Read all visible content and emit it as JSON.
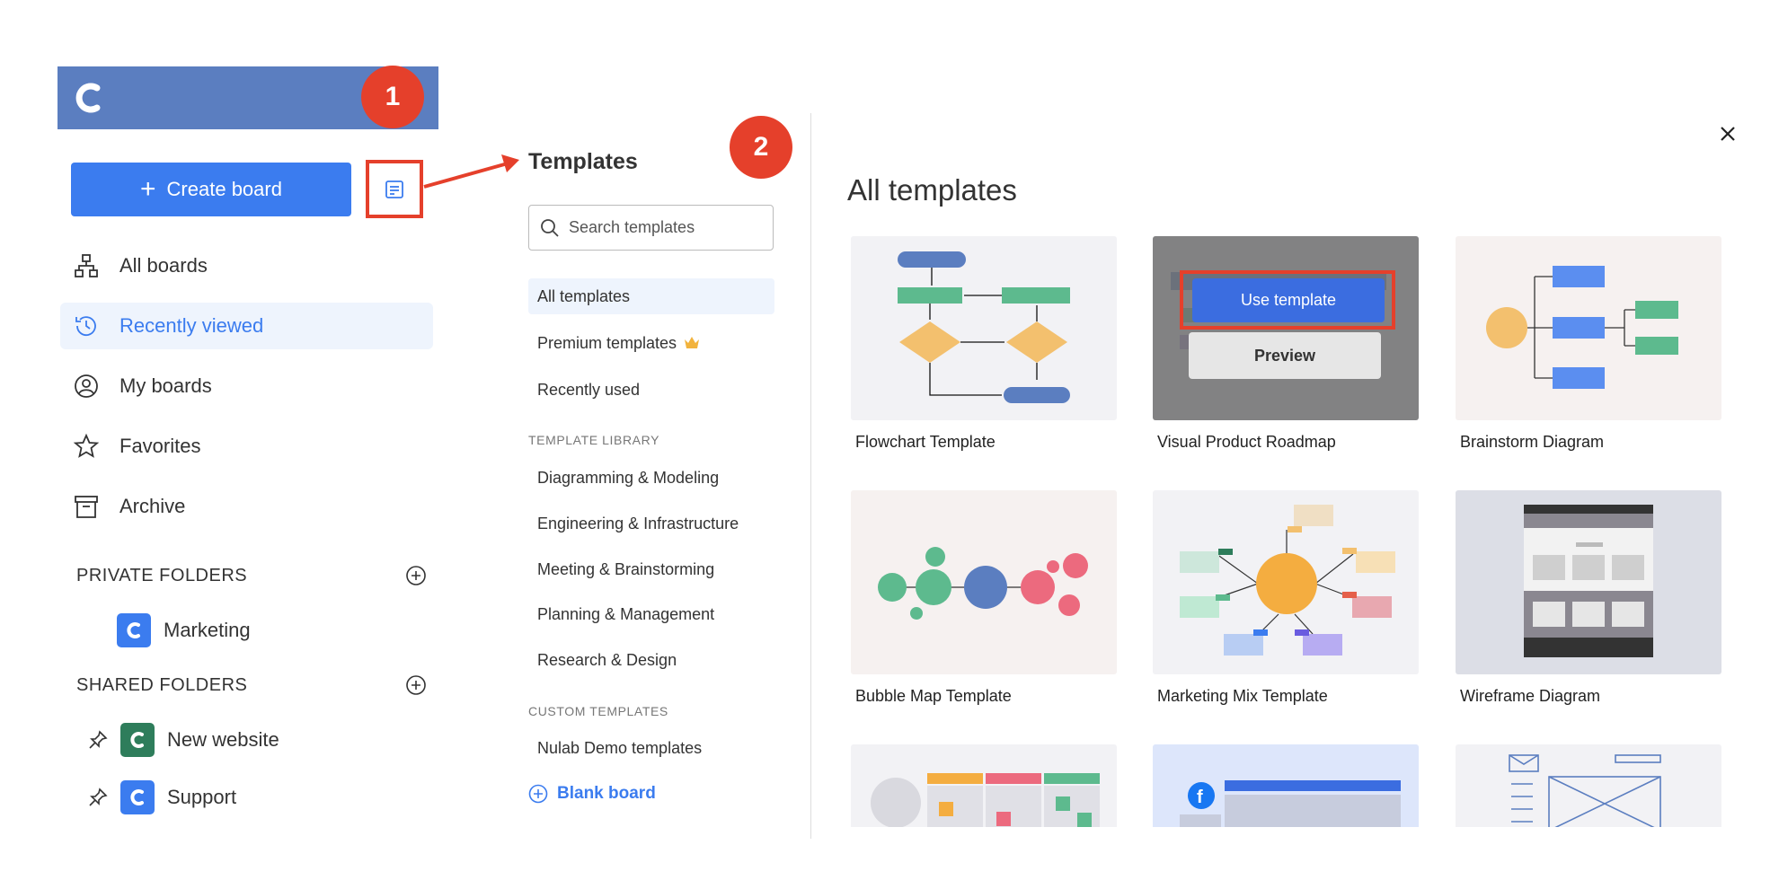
{
  "annotations": {
    "step1": "1",
    "step2": "2"
  },
  "sidebar": {
    "create_label": "Create board",
    "nav": [
      {
        "label": "All boards"
      },
      {
        "label": "Recently viewed"
      },
      {
        "label": "My boards"
      },
      {
        "label": "Favorites"
      },
      {
        "label": "Archive"
      }
    ],
    "private_title": "PRIVATE FOLDERS",
    "private_folders": [
      {
        "name": "Marketing",
        "color": "#3b7cef"
      }
    ],
    "shared_title": "SHARED FOLDERS",
    "shared_folders": [
      {
        "name": "New website",
        "color": "#2e7d5b"
      },
      {
        "name": "Support",
        "color": "#3b7cef"
      }
    ]
  },
  "templates_nav": {
    "title": "Templates",
    "search_placeholder": "Search templates",
    "top": [
      {
        "label": "All templates"
      },
      {
        "label": "Premium templates"
      },
      {
        "label": "Recently used"
      }
    ],
    "library_title": "TEMPLATE LIBRARY",
    "library": [
      {
        "label": "Diagramming & Modeling"
      },
      {
        "label": "Engineering & Infrastructure"
      },
      {
        "label": "Meeting & Brainstorming"
      },
      {
        "label": "Planning & Management"
      },
      {
        "label": "Research & Design"
      }
    ],
    "custom_title": "CUSTOM TEMPLATES",
    "custom": [
      {
        "label": "Nulab Demo templates"
      }
    ],
    "blank_label": "Blank board"
  },
  "main": {
    "title": "All templates",
    "use_label": "Use template",
    "preview_label": "Preview",
    "cards": [
      {
        "label": "Flowchart Template"
      },
      {
        "label": "Visual Product Roadmap"
      },
      {
        "label": "Brainstorm Diagram"
      },
      {
        "label": "Bubble Map Template"
      },
      {
        "label": "Marketing Mix Template"
      },
      {
        "label": "Wireframe Diagram"
      }
    ]
  },
  "colors": {
    "accent": "#3b7cef",
    "annotation": "#e5402b",
    "topbar": "#5b7ec0"
  }
}
